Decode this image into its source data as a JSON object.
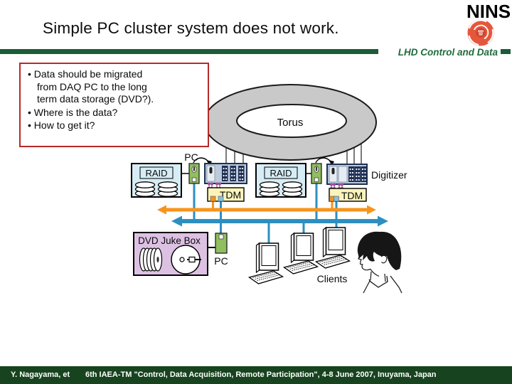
{
  "slide": {
    "title": "Simple PC cluster system does not work.",
    "subtitle": "LHD Control and Data",
    "logo_text": "NINS"
  },
  "bullets": {
    "items": [
      "Data should be migrated from DAQ PC to the long term data storage (DVD?).",
      "Where is the data?",
      "How to get it?"
    ]
  },
  "diagram": {
    "labels": {
      "torus": "Torus",
      "pc_top": "PC",
      "raid_left": "RAID",
      "raid_right": "RAID",
      "digitizer": "Digitizer",
      "tdm_left": "TDM",
      "tdm_right": "TDM",
      "dvd_jukebox": "DVD Juke Box",
      "pc_dvd": "PC",
      "clients": "Clients"
    }
  },
  "footer": {
    "author": "Y. Nagayama, et",
    "conference": "6th IAEA-TM \"Control, Data Acquisition, Remote Participation\", 4-8 June 2007, Inuyama, Japan"
  },
  "icons": {
    "nins_logo": "NINS wordmark",
    "lhd_rose_logo": "red rose swirl emblem",
    "torus_shape": "gray torus ring",
    "person": "person head profile",
    "client_computer": "monitor and keyboard"
  },
  "colors": {
    "header_green": "#1c5c38",
    "subtitle_green": "#1e6b3c",
    "footer_green": "#17441f",
    "callout_border_red": "#b52a28",
    "bus_orange": "#f7941d",
    "bus_blue": "#2d8fc0",
    "tdm_yellow": "#faf4bb",
    "raid_blue": "#d6edf5",
    "pc_green": "#8fbf5e",
    "jukebox_purple": "#ddc1e3",
    "torus_gray": "#c9c9c9",
    "digitizer_body": "#bccadb",
    "digitizer_module_navy": "#1e2f55",
    "connector_purple": "#9b4f9b",
    "logo_red": "#e4573d"
  }
}
